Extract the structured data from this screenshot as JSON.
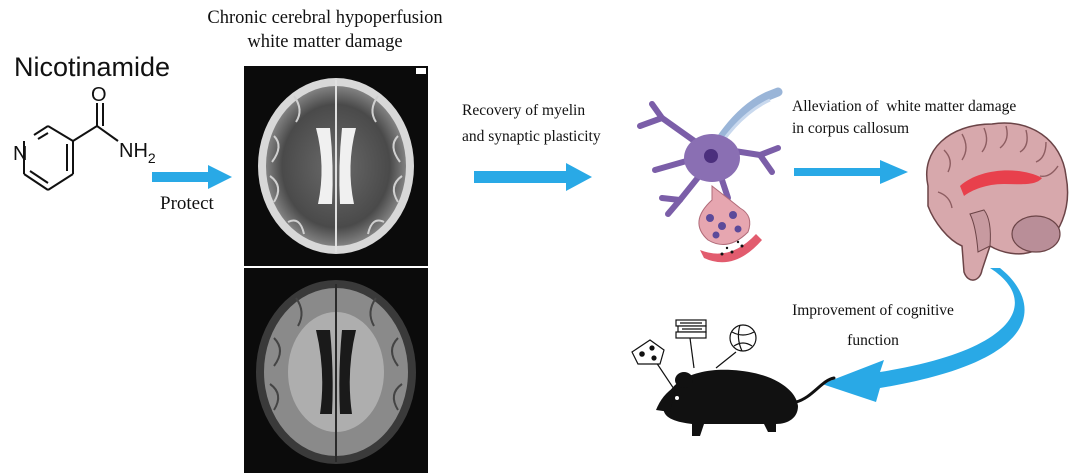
{
  "compound": {
    "name": "Nicotinamide",
    "ring_atom": "N",
    "carbonyl_atom": "O",
    "amide_group": "NH",
    "amide_subscript": "2"
  },
  "mri": {
    "title_line1": "Chronic cerebral hypoperfusion",
    "title_line2": "white matter damage"
  },
  "steps": {
    "protect": "Protect",
    "recovery_line1": "Recovery of myelin",
    "recovery_line2": "and synaptic plasticity",
    "alleviation_line1": "Alleviation of  white matter damage",
    "alleviation_line2": "in corpus callosum",
    "cognitive_line1": "Improvement of cognitive",
    "cognitive_line2": "function"
  },
  "colors": {
    "arrow": "#29a9e6",
    "neuron": "#8a6fb3",
    "synapse": "#e6a6b0",
    "brain": "#d7a8ac",
    "corpus_callosum": "#e8404c",
    "mouse": "#111111"
  },
  "icons": [
    "cheese-icon",
    "books-icon",
    "ball-icon"
  ]
}
